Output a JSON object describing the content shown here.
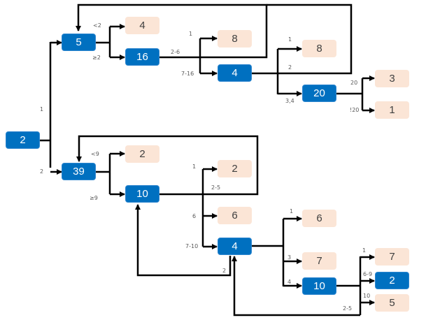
{
  "colors": {
    "internal_node": "#0070C0",
    "leaf_node": "#FBE5D6",
    "edge": "#000000",
    "label": "#595959"
  },
  "nodes": [
    {
      "id": "root",
      "value": "2",
      "kind": "internal"
    },
    {
      "id": "n5",
      "value": "5",
      "kind": "internal"
    },
    {
      "id": "n5_leaf4",
      "value": "4",
      "kind": "leaf"
    },
    {
      "id": "n16",
      "value": "16",
      "kind": "internal"
    },
    {
      "id": "n16_leaf8",
      "value": "8",
      "kind": "leaf"
    },
    {
      "id": "n4a",
      "value": "4",
      "kind": "internal"
    },
    {
      "id": "n4a_leaf8",
      "value": "8",
      "kind": "leaf"
    },
    {
      "id": "n20",
      "value": "20",
      "kind": "internal"
    },
    {
      "id": "n20_leaf3",
      "value": "3",
      "kind": "leaf"
    },
    {
      "id": "n20_leaf1",
      "value": "1",
      "kind": "leaf"
    },
    {
      "id": "n39",
      "value": "39",
      "kind": "internal"
    },
    {
      "id": "n39_leaf2",
      "value": "2",
      "kind": "leaf"
    },
    {
      "id": "n10a",
      "value": "10",
      "kind": "internal"
    },
    {
      "id": "n10a_leaf2",
      "value": "2",
      "kind": "leaf"
    },
    {
      "id": "n10a_leaf6",
      "value": "6",
      "kind": "leaf"
    },
    {
      "id": "n4b",
      "value": "4",
      "kind": "internal"
    },
    {
      "id": "n4b_leaf6",
      "value": "6",
      "kind": "leaf"
    },
    {
      "id": "n4b_leaf7",
      "value": "7",
      "kind": "leaf"
    },
    {
      "id": "n10b",
      "value": "10",
      "kind": "internal"
    },
    {
      "id": "n10b_leaf7",
      "value": "7",
      "kind": "leaf"
    },
    {
      "id": "n10b_node2",
      "value": "2",
      "kind": "internal"
    },
    {
      "id": "n10b_leaf5",
      "value": "5",
      "kind": "leaf"
    }
  ],
  "edge_labels": [
    {
      "id": "root_to_5",
      "text": "1"
    },
    {
      "id": "root_to_39",
      "text": "2"
    },
    {
      "id": "5_lt2",
      "text": "<2"
    },
    {
      "id": "5_ge2",
      "text": "≥2"
    },
    {
      "id": "16_1",
      "text": "1"
    },
    {
      "id": "16_2_6",
      "text": "2-6"
    },
    {
      "id": "16_7_16",
      "text": "7-16"
    },
    {
      "id": "4a_1",
      "text": "1"
    },
    {
      "id": "4a_2",
      "text": "2"
    },
    {
      "id": "4a_34",
      "text": "3,4"
    },
    {
      "id": "20_20",
      "text": "20"
    },
    {
      "id": "20_not20",
      "text": "!20"
    },
    {
      "id": "39_lt9",
      "text": "<9"
    },
    {
      "id": "39_ge9",
      "text": "≥9"
    },
    {
      "id": "10a_1",
      "text": "1"
    },
    {
      "id": "10a_2_5",
      "text": "2-5"
    },
    {
      "id": "10a_6",
      "text": "6"
    },
    {
      "id": "10a_7_10",
      "text": "7-10"
    },
    {
      "id": "4b_1",
      "text": "1"
    },
    {
      "id": "4b_2",
      "text": "2"
    },
    {
      "id": "4b_3",
      "text": "3"
    },
    {
      "id": "4b_4",
      "text": "4"
    },
    {
      "id": "10b_1",
      "text": "1"
    },
    {
      "id": "10b_6_9",
      "text": "6-9"
    },
    {
      "id": "10b_10",
      "text": "10"
    },
    {
      "id": "10b_2_5",
      "text": "2-5"
    }
  ]
}
